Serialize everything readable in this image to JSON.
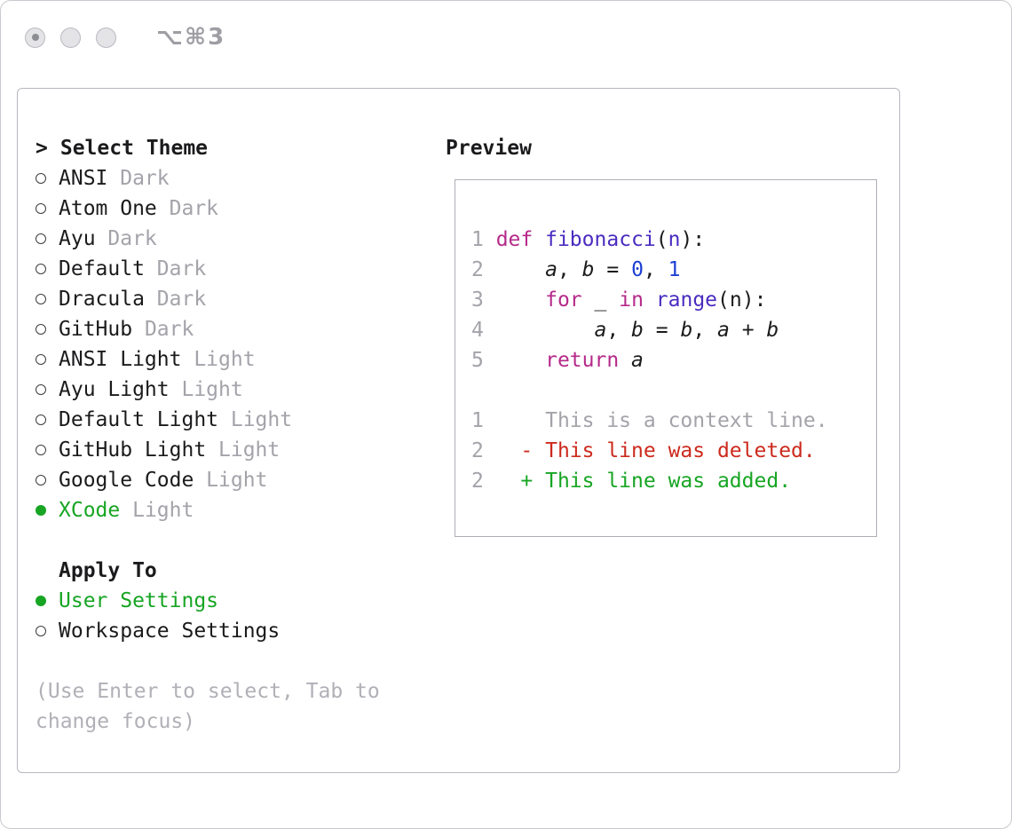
{
  "window": {
    "shortcut_label": "⌥⌘3"
  },
  "theme_selector": {
    "prompt": ">",
    "title": "Select Theme",
    "items": [
      {
        "name": "ANSI",
        "variant": "Dark",
        "selected": false
      },
      {
        "name": "Atom One",
        "variant": "Dark",
        "selected": false
      },
      {
        "name": "Ayu",
        "variant": "Dark",
        "selected": false
      },
      {
        "name": "Default",
        "variant": "Dark",
        "selected": false
      },
      {
        "name": "Dracula",
        "variant": "Dark",
        "selected": false
      },
      {
        "name": "GitHub",
        "variant": "Dark",
        "selected": false
      },
      {
        "name": "ANSI Light",
        "variant": "Light",
        "selected": false
      },
      {
        "name": "Ayu Light",
        "variant": "Light",
        "selected": false
      },
      {
        "name": "Default Light",
        "variant": "Light",
        "selected": false
      },
      {
        "name": "GitHub Light",
        "variant": "Light",
        "selected": false
      },
      {
        "name": "Google Code",
        "variant": "Light",
        "selected": false
      },
      {
        "name": "XCode",
        "variant": "Light",
        "selected": true
      }
    ]
  },
  "apply_to": {
    "title": "Apply To",
    "options": [
      {
        "label": "User Settings",
        "selected": true
      },
      {
        "label": "Workspace Settings",
        "selected": false
      }
    ]
  },
  "footer": {
    "hint": "(Use Enter to select, Tab to change focus)"
  },
  "preview": {
    "title": "Preview",
    "lines": [
      {
        "no": "1",
        "tokens": [
          [
            "def",
            "kw"
          ],
          [
            " ",
            ""
          ],
          [
            "fibonacci",
            "fn"
          ],
          [
            "(",
            ""
          ],
          [
            "n",
            "pm"
          ],
          [
            "):",
            ""
          ]
        ]
      },
      {
        "no": "2",
        "tokens": [
          [
            "    ",
            ""
          ],
          [
            "a",
            "it"
          ],
          [
            ", ",
            ""
          ],
          [
            "b",
            "it"
          ],
          [
            " = ",
            ""
          ],
          [
            "0",
            "num"
          ],
          [
            ", ",
            ""
          ],
          [
            "1",
            "num"
          ]
        ]
      },
      {
        "no": "3",
        "tokens": [
          [
            "    ",
            ""
          ],
          [
            "for",
            "kw"
          ],
          [
            " ",
            ""
          ],
          [
            "_",
            ""
          ],
          [
            " ",
            ""
          ],
          [
            "in",
            "kw"
          ],
          [
            " ",
            ""
          ],
          [
            "range",
            "fn"
          ],
          [
            "(",
            ""
          ],
          [
            "n",
            ""
          ],
          [
            "):",
            ""
          ]
        ]
      },
      {
        "no": "4",
        "tokens": [
          [
            "        ",
            ""
          ],
          [
            "a",
            "it"
          ],
          [
            ", ",
            ""
          ],
          [
            "b",
            "it"
          ],
          [
            " = ",
            ""
          ],
          [
            "b",
            "it"
          ],
          [
            ", ",
            ""
          ],
          [
            "a",
            "it"
          ],
          [
            " + ",
            ""
          ],
          [
            "b",
            "it"
          ]
        ]
      },
      {
        "no": "5",
        "tokens": [
          [
            "    ",
            ""
          ],
          [
            "return",
            "kw"
          ],
          [
            " ",
            ""
          ],
          [
            "a",
            "it"
          ]
        ]
      },
      {
        "no": "",
        "tokens": []
      },
      {
        "no": "1",
        "tokens": [
          [
            "    This is a context line.",
            "ctx"
          ]
        ]
      },
      {
        "no": "2",
        "tokens": [
          [
            "  - This line was deleted.",
            "del"
          ]
        ]
      },
      {
        "no": "2",
        "tokens": [
          [
            "  + This line was added.",
            "add"
          ]
        ]
      }
    ]
  },
  "colors": {
    "accent_green": "#17a523",
    "keyword": "#b52a8a",
    "function": "#4b2cc0",
    "number": "#1c3fd4",
    "diff_red": "#cc2a1d",
    "diff_green": "#17a523",
    "muted_gray": "#a3a3aa"
  }
}
